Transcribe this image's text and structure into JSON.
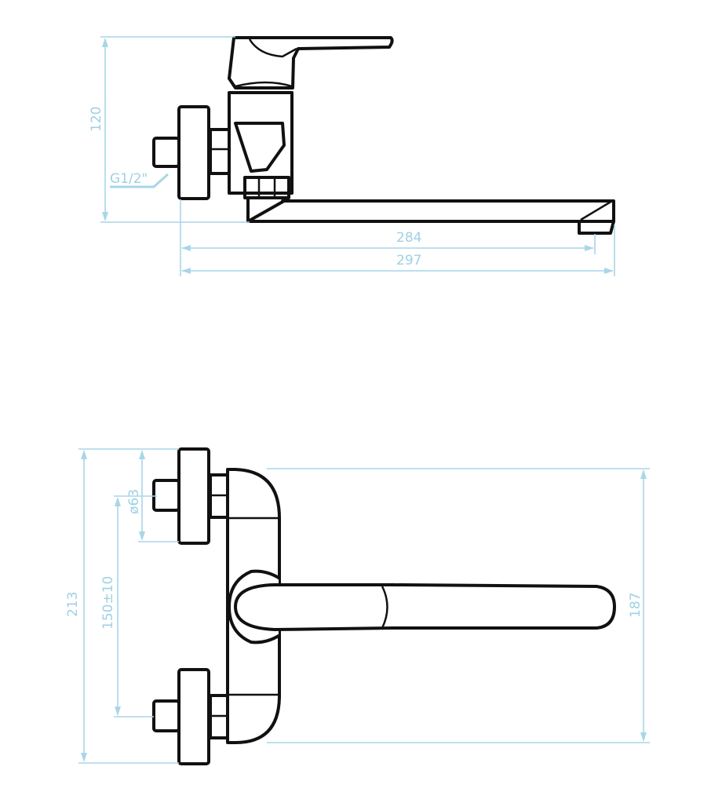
{
  "side_view": {
    "height_label": "120",
    "thread_label": "G1/2\"",
    "spout_reach_label": "284",
    "overall_length_label": "297"
  },
  "front_view": {
    "overall_height_label": "213",
    "flange_diameter_label": "ø63",
    "center_distance_label": "150±10",
    "body_height_label": "187"
  },
  "colors": {
    "outline": "#111111",
    "dimension": "#a9d6e8"
  }
}
